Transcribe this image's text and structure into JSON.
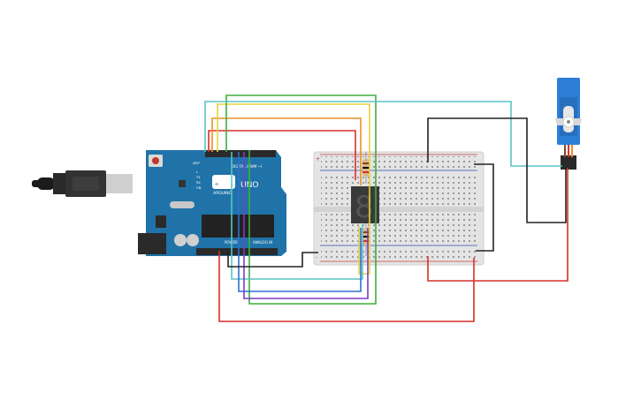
{
  "board": {
    "brand": "ARDUINO",
    "model": "UNO",
    "digital_label": "DIGITAL (PWM ~)",
    "power_label": "POWER",
    "analog_label": "ANALOG IN",
    "tx_label": "TX",
    "rx_label": "RX",
    "l_label": "L",
    "on_label": "ON",
    "aref_label": "AREF",
    "gnd_label": "GND"
  },
  "breadboard": {
    "plus_label": "+",
    "minus_label": "-"
  },
  "display": {
    "digit": "8"
  },
  "colors": {
    "red": "#d7302b",
    "orange": "#e9912a",
    "yellow": "#e8d23e",
    "green": "#3dae3d",
    "teal": "#5bc3c4",
    "blue": "#2f6fd1",
    "purple": "#7a3cc4",
    "black": "#222222",
    "board": "#1f73a8",
    "servo": "#2d7fd6"
  }
}
